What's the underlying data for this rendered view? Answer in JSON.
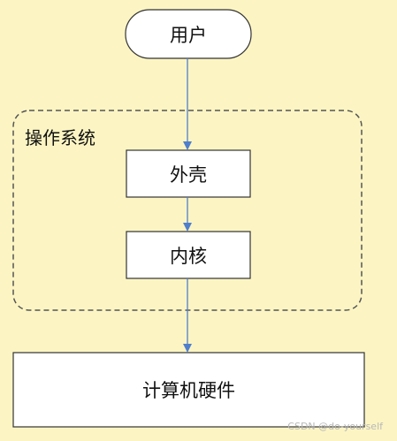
{
  "diagram": {
    "user_label": "用户",
    "group_label": "操作系统",
    "shell_label": "外壳",
    "kernel_label": "内核",
    "hardware_label": "计算机硬件"
  },
  "watermark": "CSDN @do-yourself",
  "colors": {
    "background": "#fcf5c3",
    "arrow": "#4f7fcc",
    "border": "#333333",
    "box_fill": "#ffffff",
    "group_border": "#555555"
  }
}
